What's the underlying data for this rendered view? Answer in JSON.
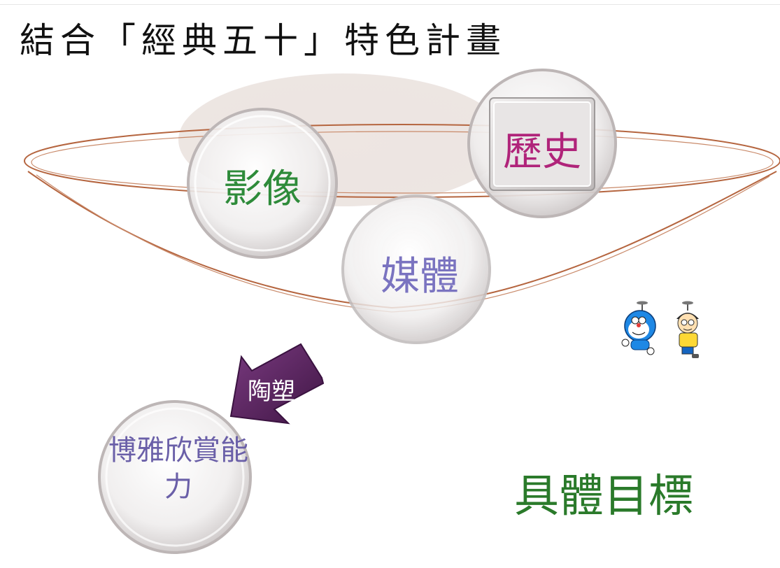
{
  "title": "結合「經典五十」特色計畫",
  "nodes": {
    "yingxiang": "影像",
    "lishi": "歷史",
    "meiti": "媒體",
    "target": "博雅欣賞能力"
  },
  "arrow_label": "陶塑",
  "goal_label": "具體目標",
  "characters": [
    "doraemon-figure",
    "nobita-figure"
  ],
  "colors": {
    "yingxiang": "#2e8b3a",
    "lishi": "#b0247a",
    "meiti": "#7a73c0",
    "target": "#6a5fa8",
    "arrow": "#5b2460",
    "goal": "#2a7a2a",
    "ring": "#b5653f"
  }
}
